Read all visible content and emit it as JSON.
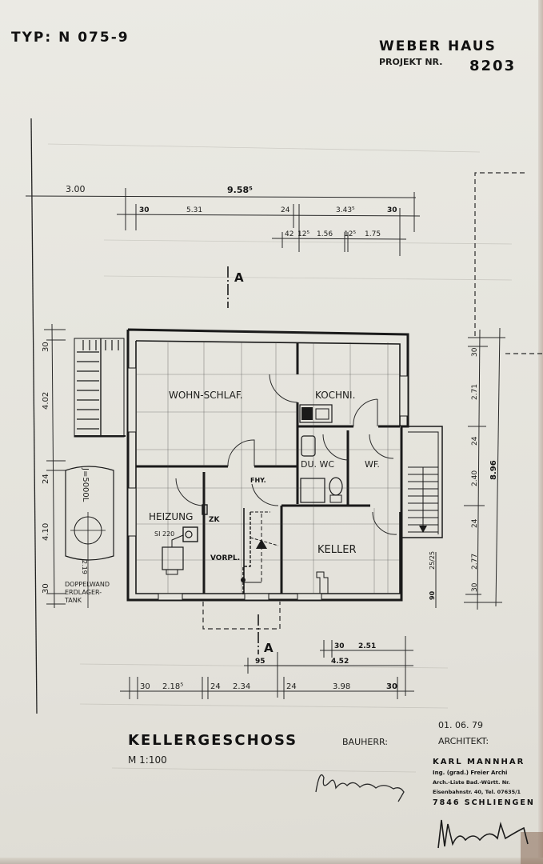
{
  "header": {
    "type_label": "TYP: N 075-9",
    "company": "WEBER HAUS",
    "project_label": "PROJEKT NR.",
    "project_number": "8203"
  },
  "dimensions": {
    "top": {
      "row1": [
        "3.00",
        "9.58⁵"
      ],
      "row2": [
        "30",
        "5.31",
        "24",
        "3.43⁵",
        "30"
      ],
      "row3": [
        "42",
        "12⁵",
        "1.56",
        "12⁵",
        "1.75"
      ]
    },
    "left": [
      "30",
      "4.02",
      "24",
      "4.10",
      "30"
    ],
    "right_inner": [
      "30",
      "2.71",
      "24",
      "2.40",
      "24",
      "2.77",
      "30"
    ],
    "right_total": "8.96",
    "stair_small": [
      "25/25",
      "90"
    ],
    "bottom": {
      "row1": [
        "30",
        "2.51"
      ],
      "row2": [
        "95",
        "4.52"
      ],
      "row3": [
        "30",
        "2.18⁵",
        "24",
        "2.34",
        "24",
        "3.98",
        "30"
      ]
    }
  },
  "section_markers": {
    "top": "A",
    "bottom": "A"
  },
  "rooms": {
    "wohn_schlaf": "WOHN-SCHLAF.",
    "kochni": "KOCHNI.",
    "du_wc": "DU. WC",
    "wf": "WF.",
    "fhy": "FHY.",
    "heizung": "HEIZUNG",
    "zk": "ZK",
    "si": "SI 220",
    "vorpl": "VORPL.",
    "keller": "KELLER"
  },
  "tank": {
    "capacity": "J=5000L",
    "dim": "2.19",
    "label_line1": "DOPPELWAND",
    "label_line2": "ERDLAGER-",
    "label_line3": "TANK"
  },
  "title_block": {
    "title": "KELLERGESCHOSS",
    "scale": "M 1:100",
    "client_label": "BAUHERR:",
    "date": "01. 06. 79",
    "architect_label": "ARCHITEKT:",
    "architect_name": "KARL MANNHAR",
    "architect_line1": "Ing. (grad.) Freier Archi",
    "architect_line2": "Arch.-Liste Bad.-Württ. Nr.",
    "architect_line3": "Eisenbahnstr. 40, Tel. 07635/1",
    "architect_city": "7846 SCHLIENGEN"
  },
  "colors": {
    "paper": "#e7e6df",
    "ink": "#1a1a1a"
  }
}
